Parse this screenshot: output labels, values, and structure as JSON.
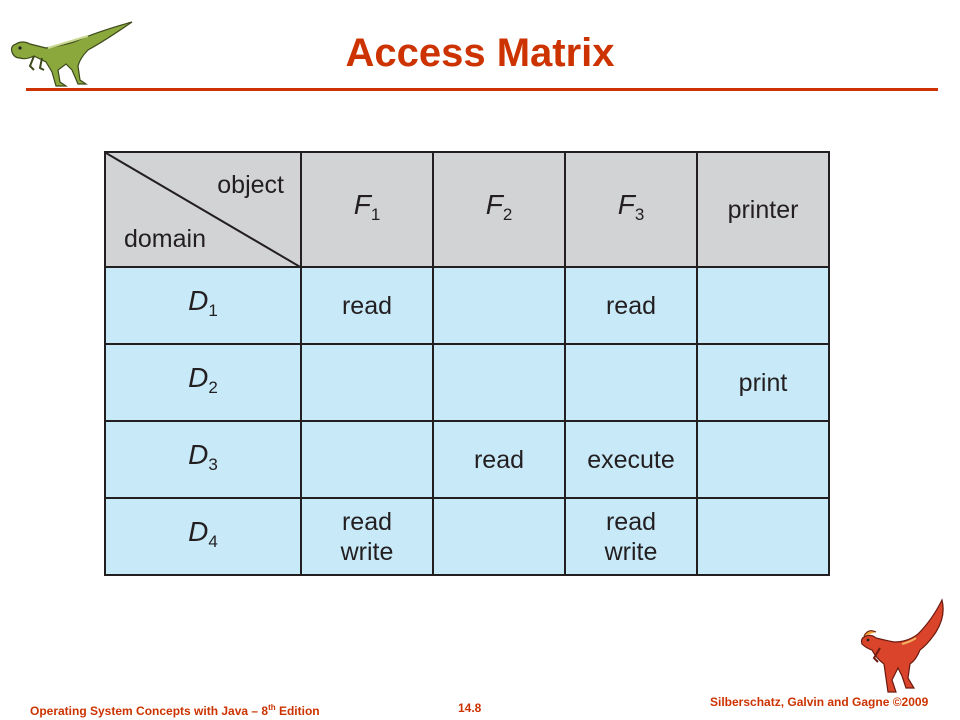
{
  "slide": {
    "title": "Access Matrix"
  },
  "matrix": {
    "corner_object_label": "object",
    "corner_domain_label": "domain",
    "columns": [
      {
        "base": "F",
        "sub": "1"
      },
      {
        "base": "F",
        "sub": "2"
      },
      {
        "base": "F",
        "sub": "3"
      },
      {
        "base": "printer",
        "sub": ""
      }
    ],
    "rows": [
      {
        "domain": {
          "base": "D",
          "sub": "1"
        },
        "cells": [
          [
            "read"
          ],
          [],
          [
            "read"
          ],
          []
        ]
      },
      {
        "domain": {
          "base": "D",
          "sub": "2"
        },
        "cells": [
          [],
          [],
          [],
          [
            "print"
          ]
        ]
      },
      {
        "domain": {
          "base": "D",
          "sub": "3"
        },
        "cells": [
          [],
          [
            "read"
          ],
          [
            "execute"
          ],
          []
        ]
      },
      {
        "domain": {
          "base": "D",
          "sub": "4"
        },
        "cells": [
          [
            "read",
            "write"
          ],
          [],
          [
            "read",
            "write"
          ],
          []
        ]
      }
    ]
  },
  "footer": {
    "book_title": "Operating System Concepts  with Java – 8",
    "edition_sup": "th",
    "edition_suffix": " Edition",
    "page_number": "14.8",
    "copyright": "Silberschatz, Galvin and Gagne ©2009"
  },
  "colors": {
    "title": "#cc3300",
    "header_fill": "#d2d3d5",
    "cell_fill": "#c7e9f8",
    "grid": "#231f20"
  }
}
